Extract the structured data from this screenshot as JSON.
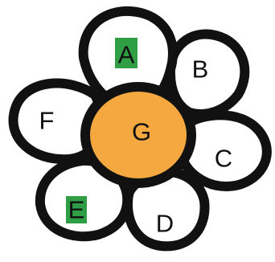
{
  "diagram": {
    "center_color": "#f5a83f",
    "highlight_color": "#2f9e44",
    "regions": [
      {
        "key": "A",
        "label": "A",
        "highlighted": true
      },
      {
        "key": "B",
        "label": "B",
        "highlighted": false
      },
      {
        "key": "C",
        "label": "C",
        "highlighted": false
      },
      {
        "key": "D",
        "label": "D",
        "highlighted": false
      },
      {
        "key": "E",
        "label": "E",
        "highlighted": true
      },
      {
        "key": "F",
        "label": "F",
        "highlighted": false
      },
      {
        "key": "G",
        "label": "G",
        "highlighted": false
      }
    ]
  }
}
